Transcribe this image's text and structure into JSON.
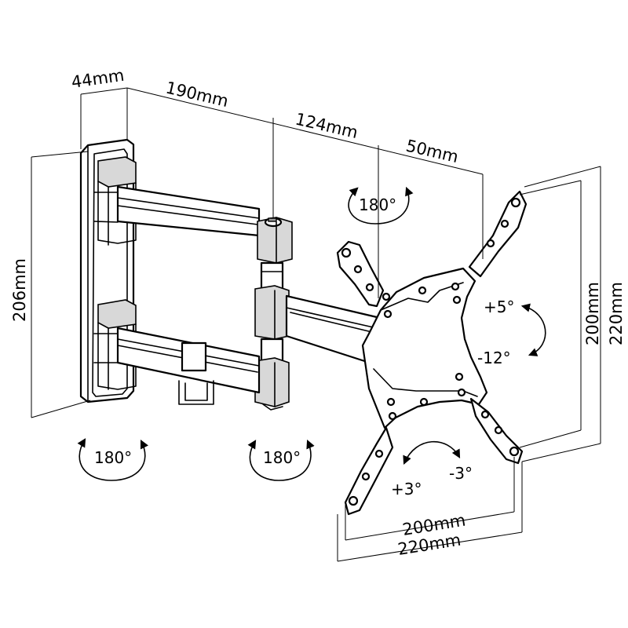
{
  "dimensions": {
    "wall_plate_depth": "44mm",
    "first_arm_length": "190mm",
    "second_arm_length": "124mm",
    "head_offset": "50mm",
    "wall_plate_height": "206mm",
    "vesa_vertical_inner": "200mm",
    "vesa_vertical_outer": "220mm",
    "vesa_horizontal_inner": "200mm",
    "vesa_horizontal_outer": "220mm"
  },
  "rotations": {
    "head_swivel": "180°",
    "wall_pivot_swivel": "180°",
    "elbow_swivel": "180°",
    "tilt_up": "+5°",
    "tilt_down": "-12°",
    "level_plus": "+3°",
    "level_minus": "-3°"
  }
}
